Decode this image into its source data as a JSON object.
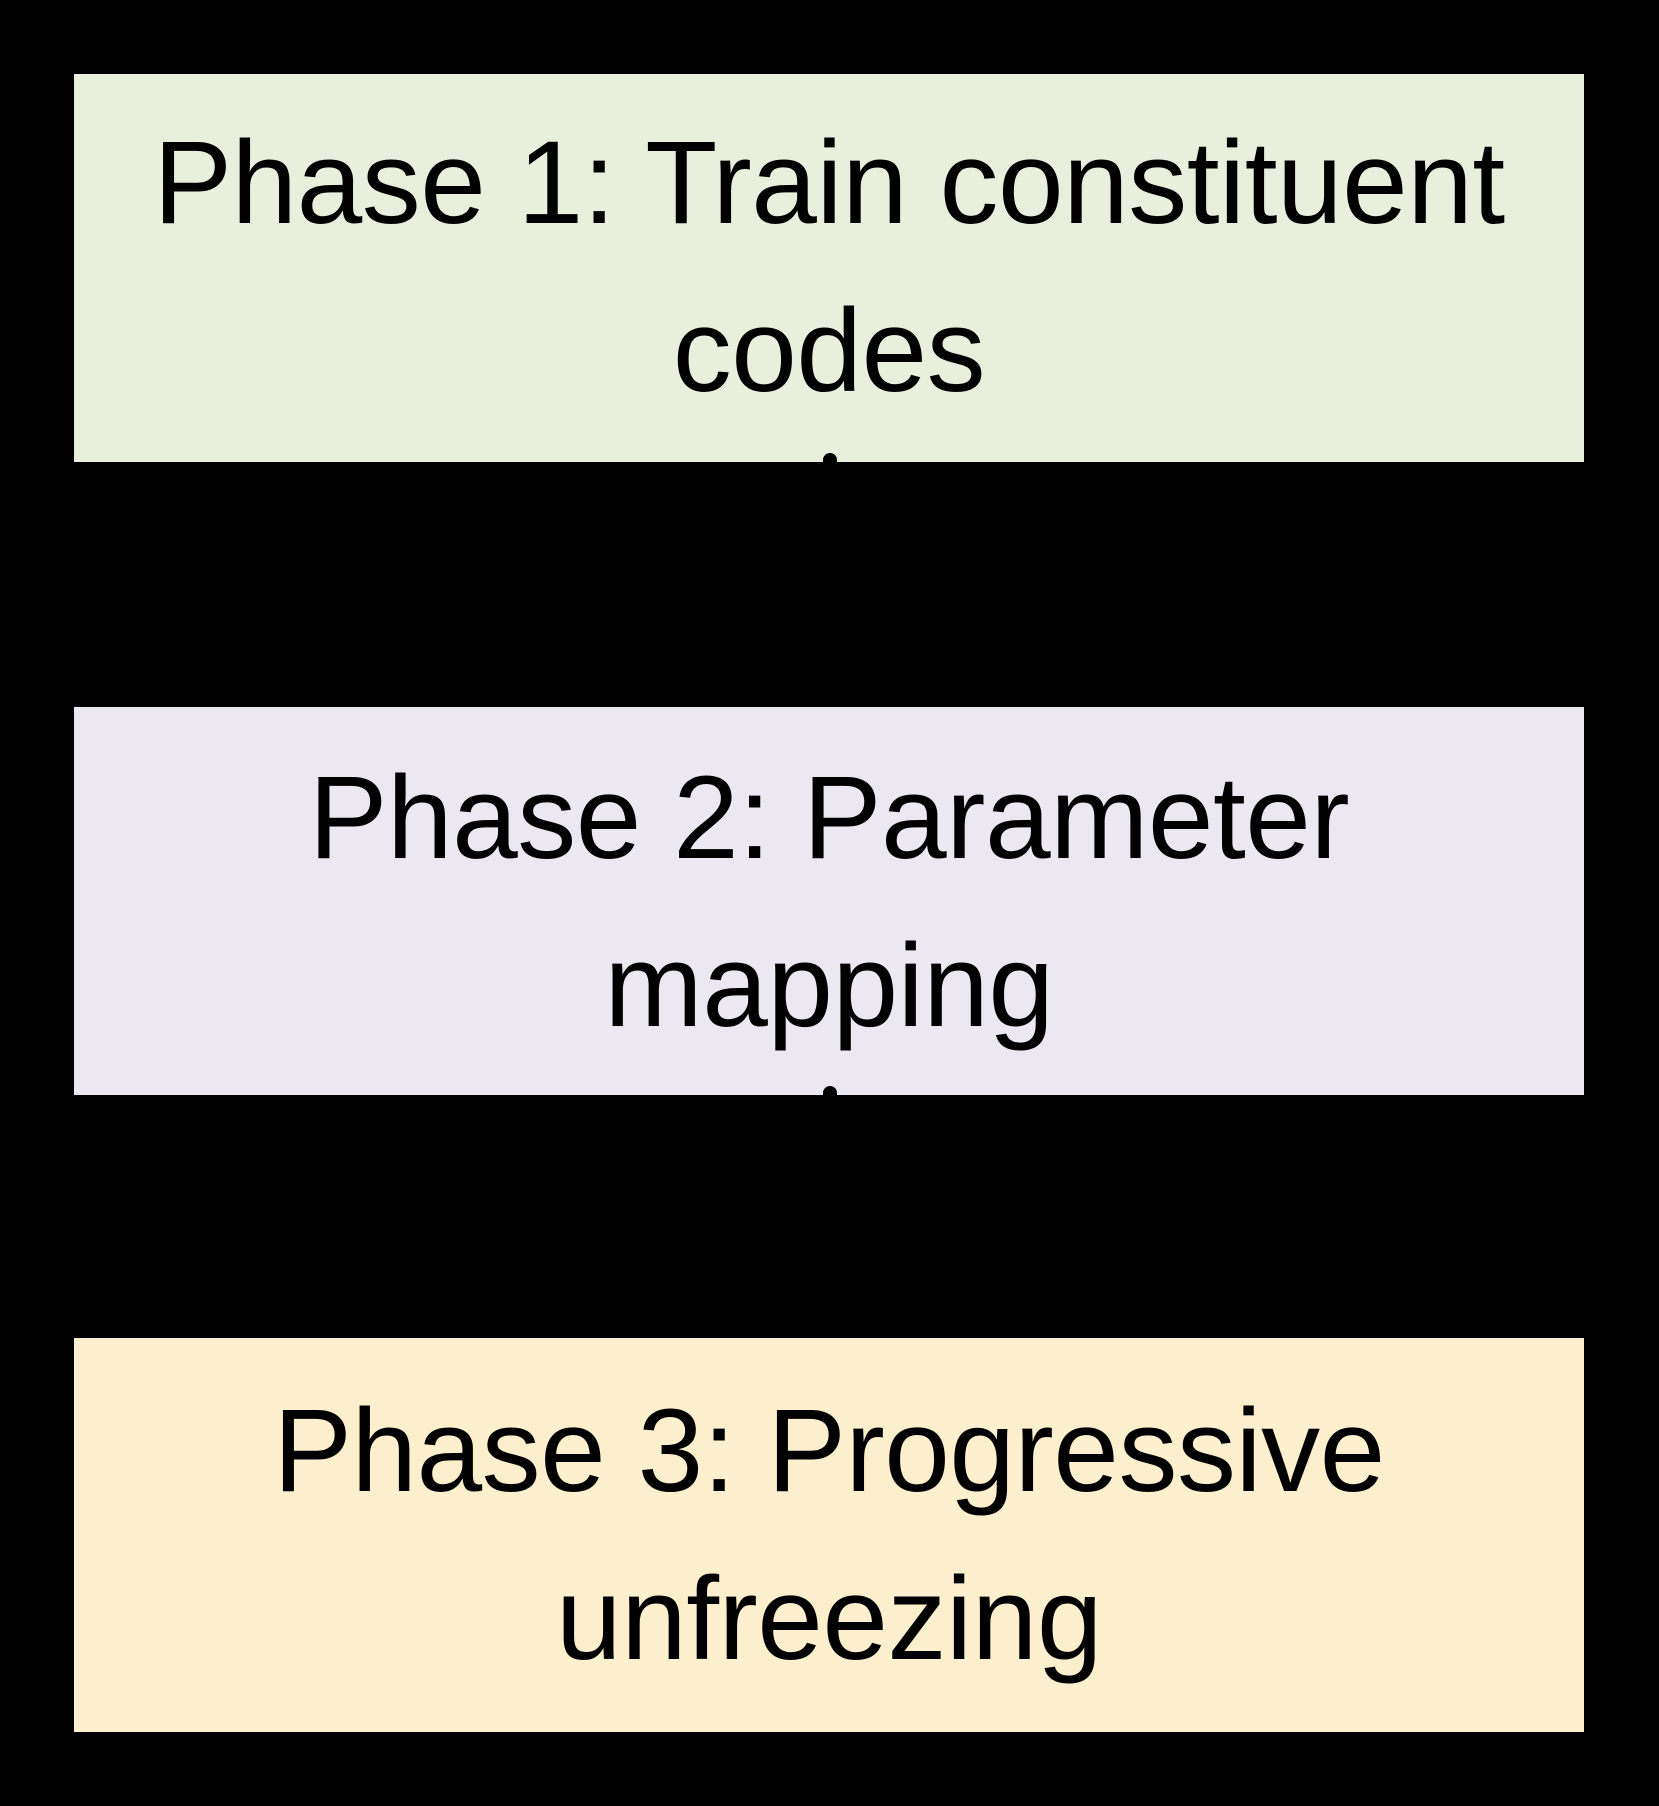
{
  "diagram": {
    "type": "vertical-flowchart",
    "background_color": "#000000",
    "text_color": "#000000",
    "nodes": [
      {
        "id": "phase-1",
        "label": "Phase 1: Train constituent codes",
        "fill_color": "#e8efdd",
        "color_name": "light-green"
      },
      {
        "id": "phase-2",
        "label": "Phase 2: Parameter mapping",
        "fill_color": "#ebe8f2",
        "color_name": "light-lavender"
      },
      {
        "id": "phase-3",
        "label": "Phase 3: Progressive unfreezing",
        "fill_color": "#fcefcd",
        "color_name": "light-cream"
      }
    ],
    "connectors": [
      {
        "id": "phase-1-to-2",
        "from": "phase-1",
        "to": "phase-2"
      },
      {
        "id": "phase-2-to-3",
        "from": "phase-2",
        "to": "phase-3"
      }
    ]
  }
}
